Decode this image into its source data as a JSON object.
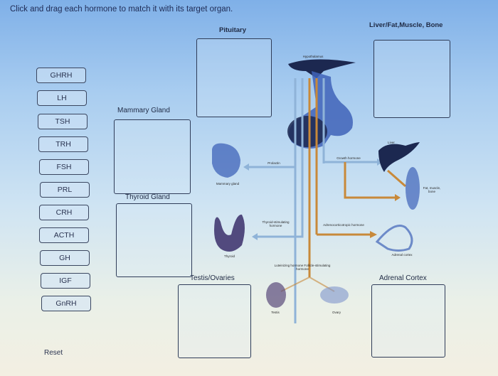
{
  "instruction": "Click and drag each hormone to match it with its target organ.",
  "hormones": [
    {
      "label": "GHRH"
    },
    {
      "label": "LH"
    },
    {
      "label": "TSH"
    },
    {
      "label": "TRH"
    },
    {
      "label": "FSH"
    },
    {
      "label": "PRL"
    },
    {
      "label": "CRH"
    },
    {
      "label": "ACTH"
    },
    {
      "label": "GH"
    },
    {
      "label": "IGF"
    },
    {
      "label": "GnRH"
    }
  ],
  "reset_label": "Reset",
  "targets": {
    "pituitary": "Pituitary",
    "liver": "Liver/Fat,Muscle, Bone",
    "mammary": "Mammary Gland",
    "thyroid": "Thyroid Gland",
    "testis": "Testis/Ovaries",
    "adrenal": "Adrenal Cortex"
  },
  "diagram_labels": {
    "hypothalamus": "Hypothalamus",
    "growth_hormone": "Growth hormone",
    "liver": "Liver",
    "prolactin": "Prolactin",
    "mammary_gland": "Mammary gland",
    "fat_muscle_bone": "Fat, muscle, bone",
    "tsh": "Thyroid-stimulating hormone",
    "acth": "Adrenocorticotropic hormone",
    "thyroid": "Thyroid",
    "adrenal_cortex": "Adrenal cortex",
    "lh_fsh": "Luteinizing hormone Follicle-stimulating hormone",
    "testis": "Testis",
    "ovary": "Ovary"
  },
  "colors": {
    "arrow_orange": "#c8893a",
    "arrow_blue": "#8fb3d8",
    "organ_dark": "#1c2850",
    "organ_blue": "#3f63b8"
  }
}
